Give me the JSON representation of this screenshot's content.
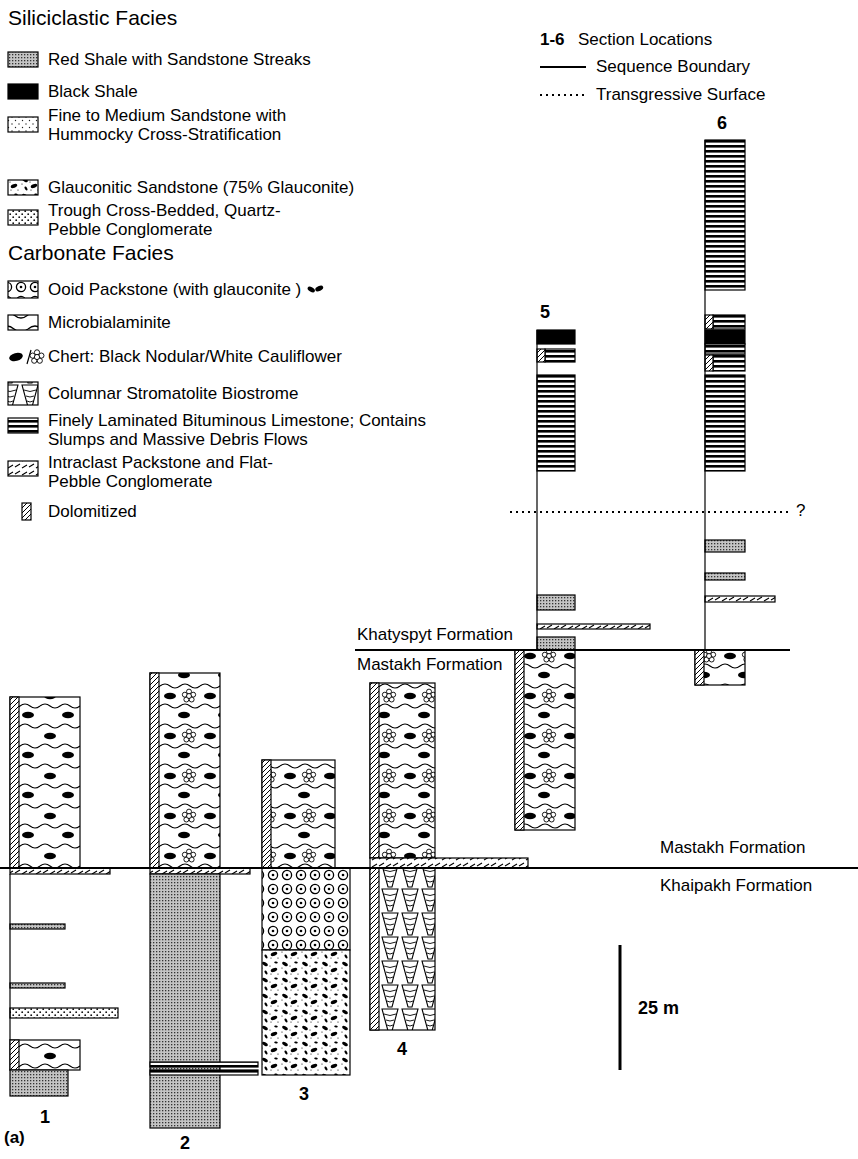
{
  "diagram": {
    "labels": [
      "Siliciclastic Facies",
      "Carbonate Facies",
      "1-6",
      "6",
      "5",
      "?",
      "Khatyspyt Formation",
      "Mastakh Formation",
      "Mastakh Formation",
      "Khaipakh Formation",
      "4",
      "3",
      "1",
      "25 m",
      "(a)",
      "2"
    ],
    "legend": [
      {
        "text": "Red Shale with Sandstone Streaks"
      },
      {
        "text": "Black Shale",
        "color": "#000000"
      },
      {
        "text": "Fine to Medium Sandstone with Hummocky Cross-Stratification"
      },
      {
        "text": "Glauconitic Sandstone (75% Glauconite)"
      },
      {
        "text": "Trough Cross-Bedded, Quartz-Pebble Conglomerate"
      },
      {
        "text": "Section Locations"
      },
      {
        "text": "Sequence Boundary"
      },
      {
        "text": "Transgressive Surface"
      },
      {
        "text": "Ooid Packstone (with glauconite )"
      },
      {
        "text": "Microbialaminite"
      },
      {
        "text": "Chert: Black Nodular/White Cauliflower"
      },
      {
        "text": "Columnar Stromatolite Biostrome"
      },
      {
        "text": "Finely Laminated Bituminous Limestone; Contains Slumps and Massive Debris Flows"
      },
      {
        "text": "Intraclast Packstone and Flat-Pebble Conglomerate"
      },
      {
        "text": "Dolomitized"
      }
    ]
  }
}
